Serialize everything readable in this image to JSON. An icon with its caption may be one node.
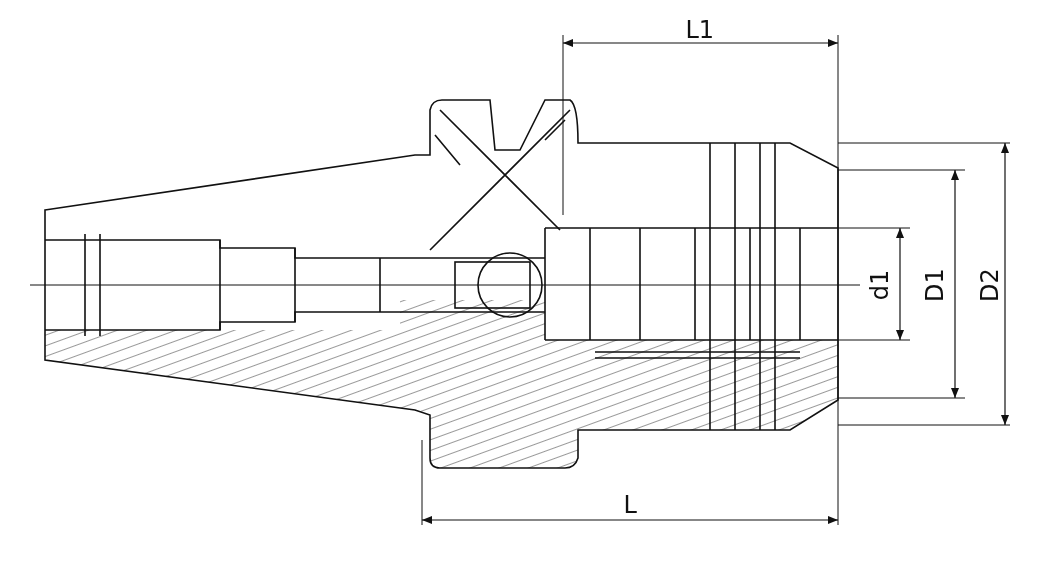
{
  "diagram": {
    "labels": [
      "L1",
      "d1",
      "D1",
      "D2",
      "L"
    ]
  }
}
